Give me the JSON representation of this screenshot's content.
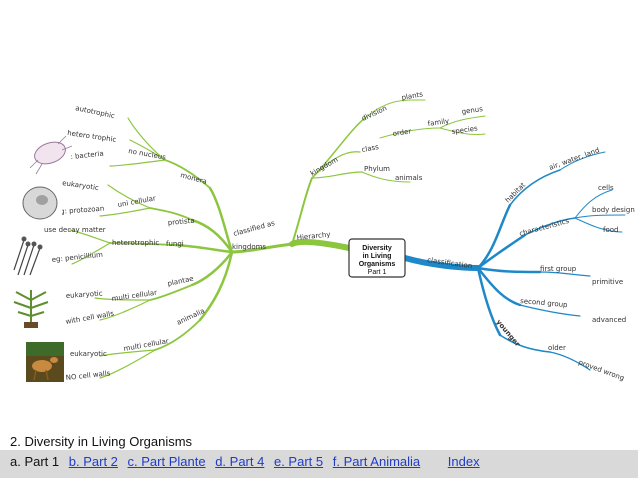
{
  "center": {
    "line1": "Diversity",
    "line2": "in Living",
    "line3": "Organisms",
    "line4": "Part 1"
  },
  "left": {
    "hierarchy": "Hierarchy",
    "classified_as": "classified as",
    "kingdoms": "kingdoms",
    "kingdom_top": "kingdom",
    "division": "division",
    "plants": "plants",
    "order": "order",
    "family": "family",
    "genus": "genus",
    "species": "species",
    "class": "class",
    "phylum": "Phylum",
    "animals": "animals",
    "monera": "monera",
    "no_nucleus": "no nucleus",
    "autotrophic": "autotrophic",
    "hetero_trophic": "hetero trophic",
    "eg_bacteria": "eg: bacteria",
    "protista": "protista",
    "uni_cellular": "uni cellular",
    "eukaryotic_1": "eukaryotic",
    "eg_protozoan": "eg: protozoan",
    "fungi": "fungi",
    "heterotrophic": "heterotrophic",
    "use_decay_matter": "use decay matter",
    "eg_penicillium": "eg: penicillium",
    "plantae": "plantae",
    "multi_cellular_1": "multi cellular",
    "eukaryotic_2": "eukaryotic",
    "with_cell_walls": "with cell walls",
    "animalia": "animalia",
    "multi_cellular_2": "multi cellular",
    "eukaryotic_3": "eukaryotic",
    "no_cell_walls": "NO cell walls"
  },
  "right": {
    "classification": "classification",
    "habitat": "habitat",
    "air_water_land": "air, water, land",
    "characteristics": "characteristics",
    "cells": "cells",
    "body_design": "body design",
    "food": "food",
    "first_group": "first group",
    "primitive": "primitive",
    "second_group": "second group",
    "advanced": "advanced",
    "younger": "younger",
    "older": "older",
    "proved_wrong": "proved wrong"
  },
  "footer": {
    "title": "2. Diversity in Living Organisms",
    "current": "a. Part 1",
    "links": [
      "b. Part 2",
      "c. Part Plante",
      "d. Part 4",
      "e. Part 5",
      "f.  Part Animalia"
    ],
    "index": "Index"
  },
  "colors": {
    "left_branch": "#8cc63f",
    "right_branch": "#1e88c8",
    "center_border": "#333333"
  }
}
